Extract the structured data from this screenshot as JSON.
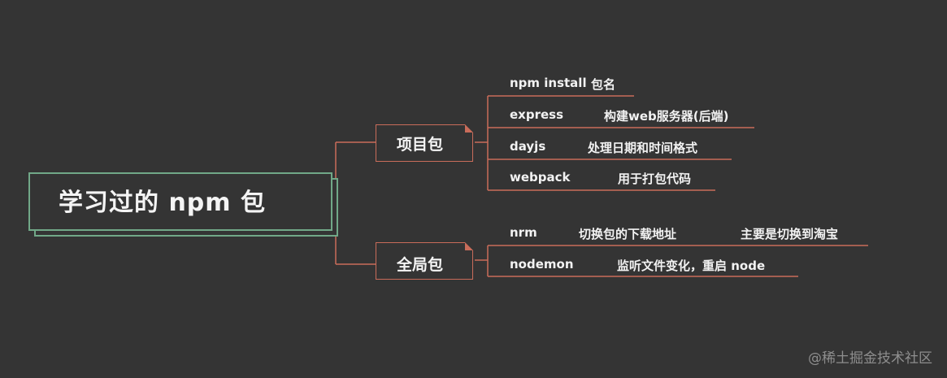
{
  "root": {
    "title": "学习过的 npm 包"
  },
  "branches": [
    {
      "label": "项目包",
      "leaves": [
        {
          "name": "npm install",
          "desc": "包名"
        },
        {
          "name": "express",
          "desc": "构建web服务器(后端)"
        },
        {
          "name": "dayjs",
          "desc": "处理日期和时间格式"
        },
        {
          "name": "webpack",
          "desc": "用于打包代码"
        }
      ]
    },
    {
      "label": "全局包",
      "leaves": [
        {
          "name": "nrm",
          "desc": "切换包的下载地址",
          "note": "主要是切换到淘宝"
        },
        {
          "name": "nodemon",
          "desc": "监听文件变化，重启 node"
        }
      ]
    }
  ],
  "watermark": "@稀土掘金技术社区",
  "colors": {
    "background": "#343434",
    "root_border": "#71a888",
    "connector": "#c96c5a",
    "text": "#f2f2f2"
  }
}
